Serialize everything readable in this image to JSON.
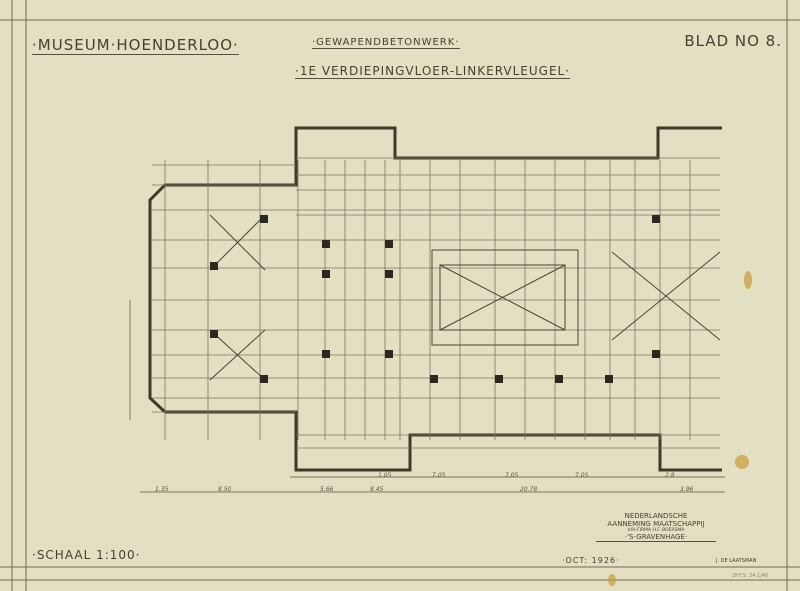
{
  "title_block": {
    "project": "·Museum·Hoenderloo·",
    "subject": "·Gewapendbetonwerk·",
    "drawing_title": "·1e Verdiepingvloer-Linkervleugel·",
    "sheet": "Blad No 8."
  },
  "footer": {
    "scale": "·Schaal 1:100·",
    "date": "·Oct: 1926·",
    "company_line1": "Nederlandsche",
    "company_line2": "Aanneming Maatschappij",
    "company_line3": "v/h firma H.F. Boersma",
    "company_city": "·'s-Gravenhage·",
    "signature": "J. de Laatsman",
    "stamp": "2P.F.S. 24 1/40"
  },
  "dimensions": {
    "bottom": [
      "1.35",
      "8.50",
      "5.66",
      "8.45",
      "20.78",
      "3.96"
    ],
    "upper": [
      "1.05",
      "7.05",
      "7.05",
      "7.05",
      "2.8"
    ]
  },
  "colors": {
    "paper": "#e3dfc2",
    "ink": "#45412f",
    "stain": "#c99a3a"
  }
}
